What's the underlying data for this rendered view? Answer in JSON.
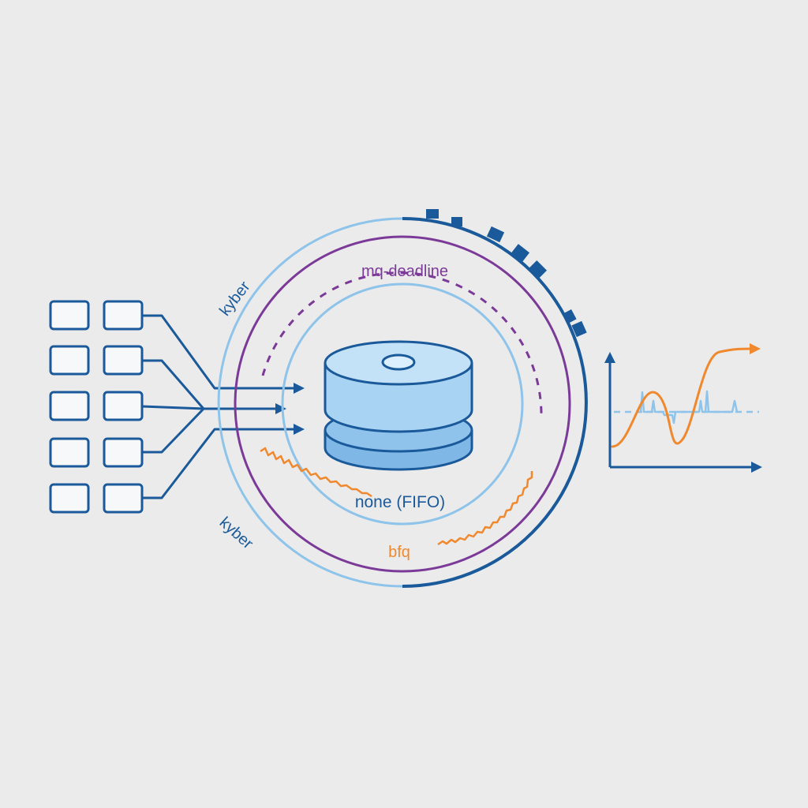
{
  "colors": {
    "background": "#ebebec",
    "dark_blue": "#1b5a9a",
    "light_blue": "#8ec4ea",
    "purple": "#7b3a98",
    "orange": "#f0892e",
    "disk_fill": "#a9d3f2",
    "disk_fill_dark": "#7fb8e6"
  },
  "labels": {
    "kyber_top": "kyber",
    "kyber_bottom": "kyber",
    "mq_deadline": "mq-deadline",
    "none_fifo": "none (FIFO)",
    "bfq": "bfq"
  },
  "icons": {
    "queues": "request-queue-boxes",
    "disk": "disk-stack-icon",
    "chart": "latency-graph-icon"
  }
}
